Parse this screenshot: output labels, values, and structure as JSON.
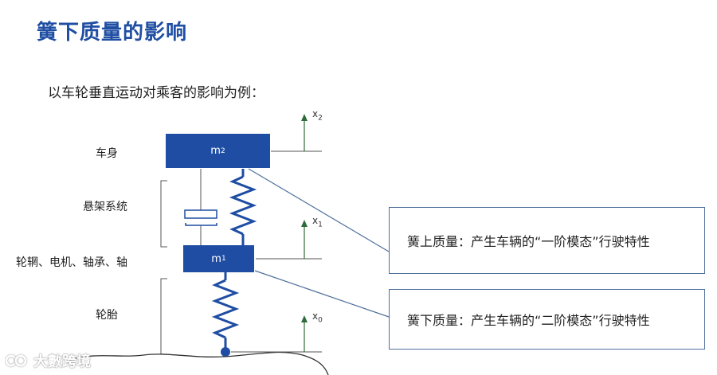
{
  "title": "簧下质量的影响",
  "subtitle": "以车轮垂直运动对乘客的影响为例：",
  "labels": {
    "body": "车身",
    "suspension": "悬架系统",
    "wheel_parts": "轮辋、电机、轴承、轴",
    "tire": "轮胎"
  },
  "masses": {
    "m2": {
      "base": "m",
      "sub": "2"
    },
    "m1": {
      "base": "m",
      "sub": "1"
    }
  },
  "axes": {
    "x2": {
      "base": "x",
      "sub": "2"
    },
    "x1": {
      "base": "x",
      "sub": "1"
    },
    "x0": {
      "base": "x",
      "sub": "0"
    }
  },
  "callouts": {
    "sprung": "簧上质量：产生车辆的“一阶模态”行驶特性",
    "unsprung": "簧下质量：产生车辆的“二阶模态”行驶特性"
  },
  "watermark": "大數跨境",
  "colors": {
    "title": "#1f4ea3",
    "mass": "#1e4da3",
    "spring": "#1e4da3",
    "axis_arrow": "#2e6b3a",
    "callout_border": "#4e6f9b"
  }
}
